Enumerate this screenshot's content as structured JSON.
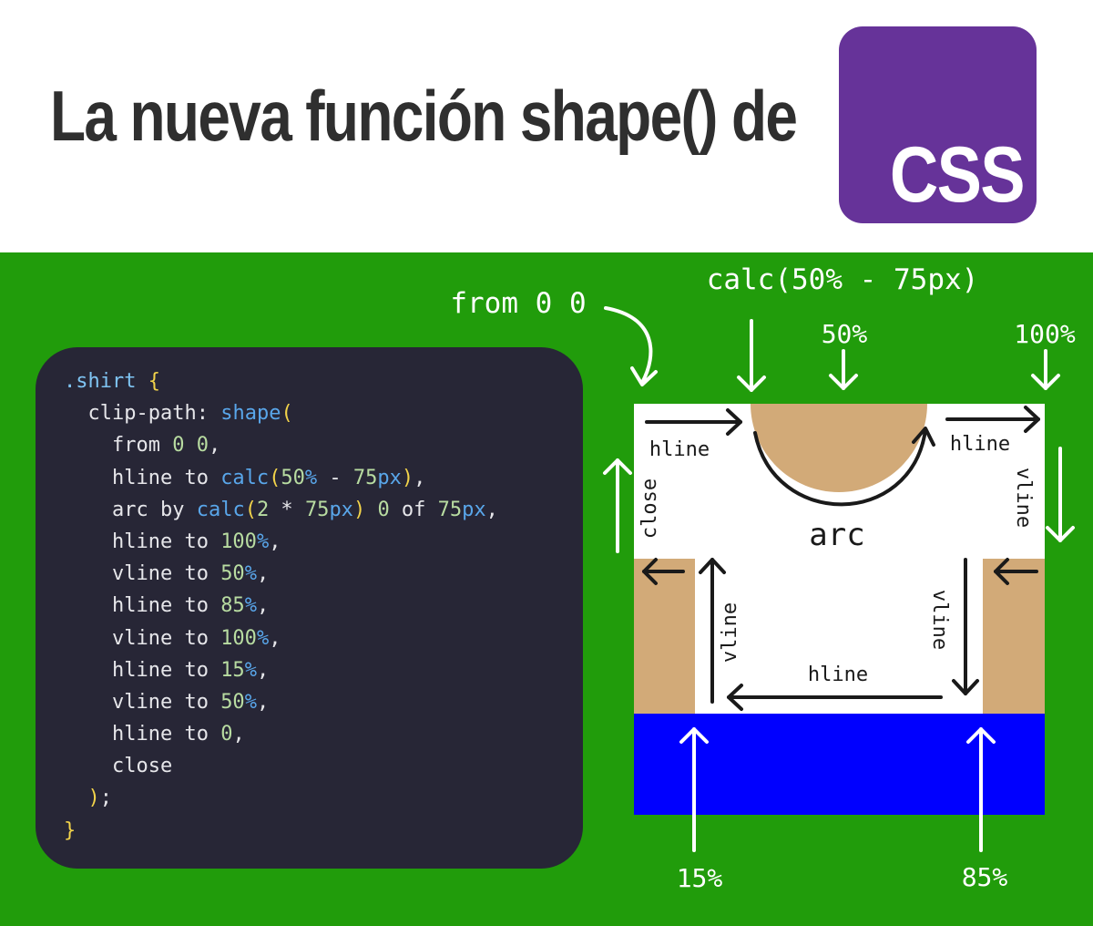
{
  "header": {
    "title": "La nueva función shape() de",
    "logo_text": "CSS"
  },
  "code": {
    "lines": [
      [
        {
          "t": ".shirt",
          "c": "sel"
        },
        {
          "t": " "
        },
        {
          "t": "{",
          "c": "br"
        }
      ],
      [
        {
          "t": "  "
        },
        {
          "t": "clip-path",
          "c": "prop"
        },
        {
          "t": ": "
        },
        {
          "t": "shape",
          "c": "fn"
        },
        {
          "t": "(",
          "c": "br"
        }
      ],
      [
        {
          "t": "    from "
        },
        {
          "t": "0",
          "c": "num"
        },
        {
          "t": " "
        },
        {
          "t": "0",
          "c": "num"
        },
        {
          "t": ","
        }
      ],
      [
        {
          "t": "    hline to "
        },
        {
          "t": "calc",
          "c": "fn"
        },
        {
          "t": "(",
          "c": "br"
        },
        {
          "t": "50",
          "c": "num"
        },
        {
          "t": "%",
          "c": "unit"
        },
        {
          "t": " - "
        },
        {
          "t": "75",
          "c": "num"
        },
        {
          "t": "px",
          "c": "unit"
        },
        {
          "t": ")",
          "c": "br"
        },
        {
          "t": ","
        }
      ],
      [
        {
          "t": "    arc by "
        },
        {
          "t": "calc",
          "c": "fn"
        },
        {
          "t": "(",
          "c": "br"
        },
        {
          "t": "2",
          "c": "num"
        },
        {
          "t": " * "
        },
        {
          "t": "75",
          "c": "num"
        },
        {
          "t": "px",
          "c": "unit"
        },
        {
          "t": ")",
          "c": "br"
        },
        {
          "t": " "
        },
        {
          "t": "0",
          "c": "num"
        },
        {
          "t": " of "
        },
        {
          "t": "75",
          "c": "num"
        },
        {
          "t": "px",
          "c": "unit"
        },
        {
          "t": ","
        }
      ],
      [
        {
          "t": "    hline to "
        },
        {
          "t": "100",
          "c": "num"
        },
        {
          "t": "%",
          "c": "unit"
        },
        {
          "t": ","
        }
      ],
      [
        {
          "t": "    vline to "
        },
        {
          "t": "50",
          "c": "num"
        },
        {
          "t": "%",
          "c": "unit"
        },
        {
          "t": ","
        }
      ],
      [
        {
          "t": "    hline to "
        },
        {
          "t": "85",
          "c": "num"
        },
        {
          "t": "%",
          "c": "unit"
        },
        {
          "t": ","
        }
      ],
      [
        {
          "t": "    vline to "
        },
        {
          "t": "100",
          "c": "num"
        },
        {
          "t": "%",
          "c": "unit"
        },
        {
          "t": ","
        }
      ],
      [
        {
          "t": "    hline to "
        },
        {
          "t": "15",
          "c": "num"
        },
        {
          "t": "%",
          "c": "unit"
        },
        {
          "t": ","
        }
      ],
      [
        {
          "t": "    vline to "
        },
        {
          "t": "50",
          "c": "num"
        },
        {
          "t": "%",
          "c": "unit"
        },
        {
          "t": ","
        }
      ],
      [
        {
          "t": "    hline to "
        },
        {
          "t": "0",
          "c": "num"
        },
        {
          "t": ","
        }
      ],
      [
        {
          "t": "    close"
        }
      ],
      [
        {
          "t": "  "
        },
        {
          "t": ")",
          "c": "br"
        },
        {
          "t": ";"
        }
      ],
      [
        {
          "t": "}",
          "c": "br"
        }
      ]
    ]
  },
  "diagram": {
    "annotations": {
      "from": "from 0 0",
      "calc": "calc(50% - 75px)",
      "pct50": "50%",
      "pct100": "100%",
      "pct15": "15%",
      "pct85": "85%"
    },
    "path_labels": {
      "hline_top_left": "hline",
      "hline_top_right": "hline",
      "close": "close",
      "vline_right": "vline",
      "arc": "arc",
      "vline_inner_left": "vline",
      "vline_inner_right": "vline",
      "hline_bottom": "hline"
    }
  },
  "colors": {
    "green_panel": "#219c0b",
    "code_bg": "#272636",
    "css_purple": "#663399",
    "shirt_tan": "#d2aa78",
    "pants_blue": "#0000ff"
  }
}
